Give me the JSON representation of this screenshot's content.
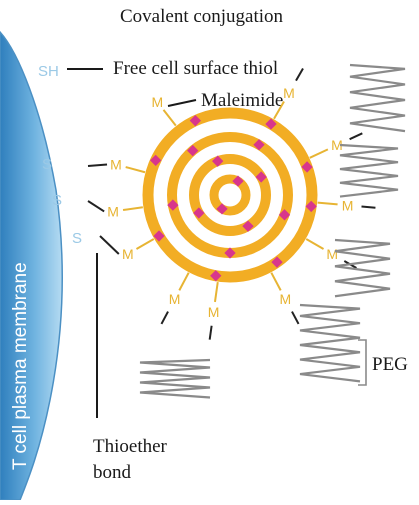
{
  "title": "Covalent conjugation",
  "labels": {
    "free_thiol": "Free cell surface thiol",
    "maleimide": "Maleimide",
    "peg": "PEG",
    "thioether_line1": "Thioether",
    "thioether_line2": "bond",
    "membrane": "T cell plasma membrane"
  },
  "symbols": {
    "sh": "SH",
    "s": "S",
    "m": "M"
  },
  "colors": {
    "membrane": "#6fb3e0",
    "membrane_edge": "#3d88c0",
    "thiol": "#9bc9e6",
    "particle": "#f2ad24",
    "maleimide": "#e7b433",
    "drug_dot": "#d8368c",
    "peg": "#8a8a8a",
    "linker": "#222222"
  }
}
